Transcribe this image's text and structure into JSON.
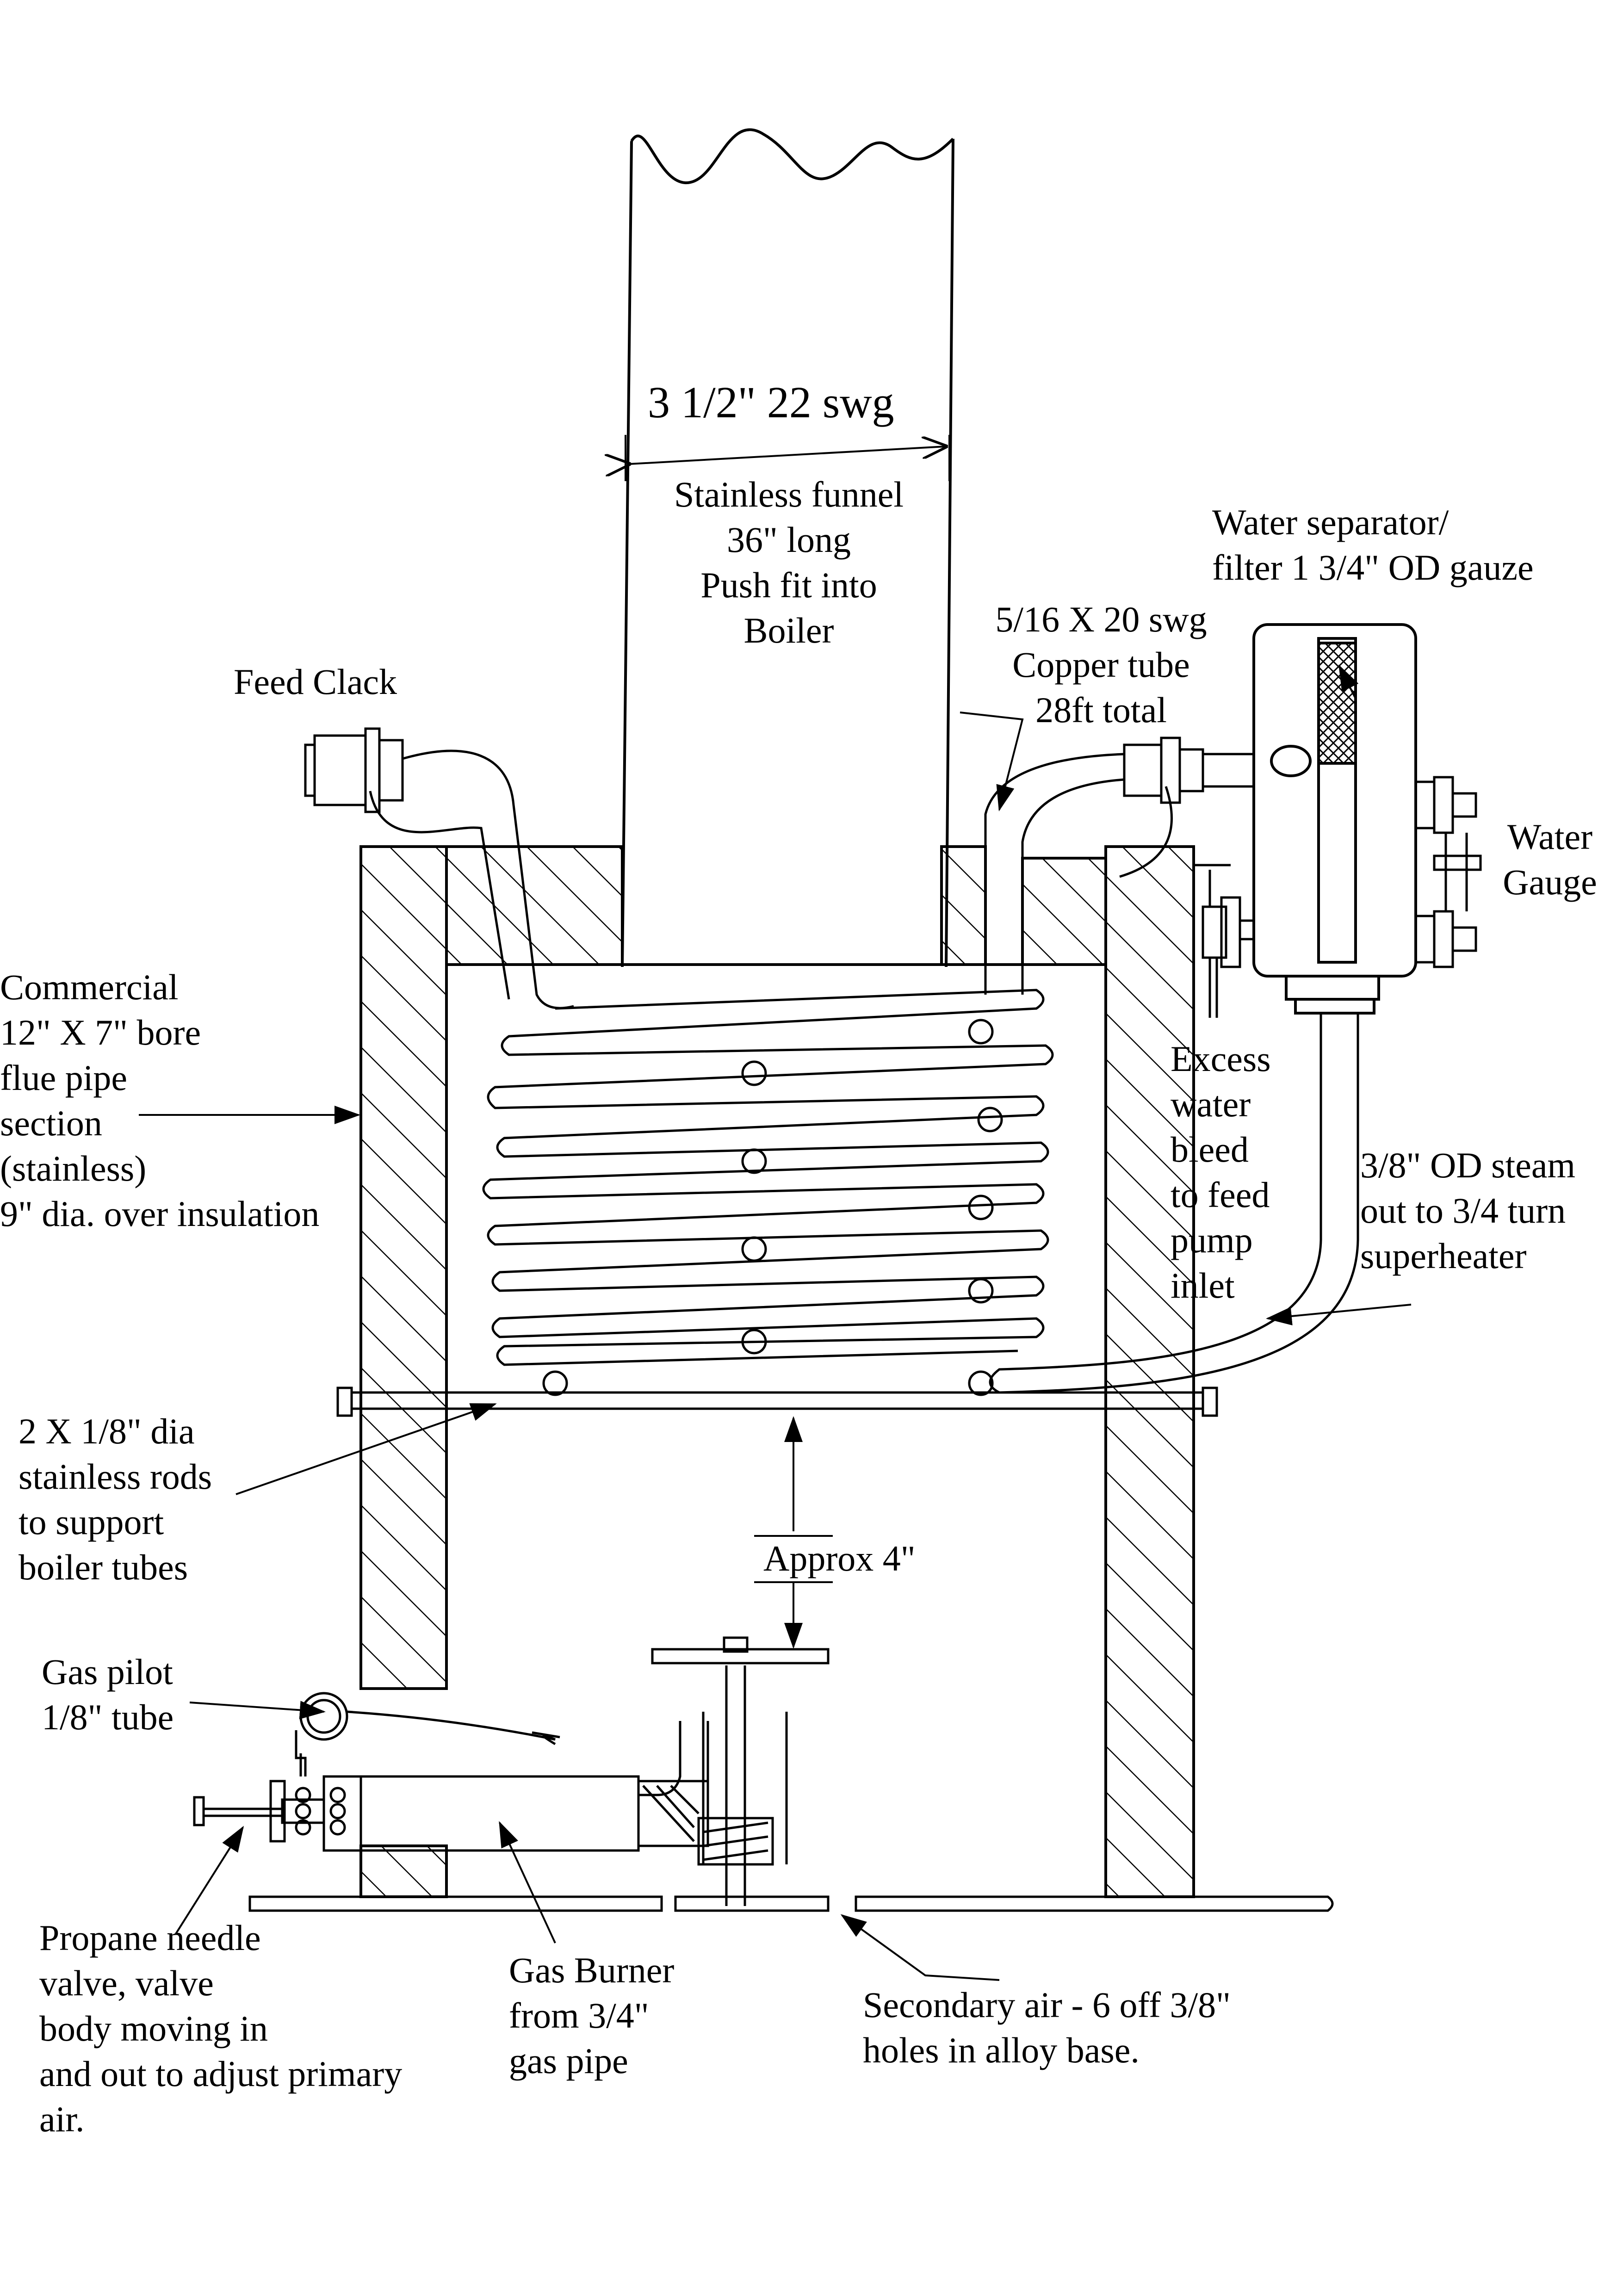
{
  "labels": {
    "funnel_size": "3 1/2\" 22 swg",
    "funnel": [
      "Stainless funnel",
      "36\" long",
      "Push fit into",
      "Boiler"
    ],
    "water_separator": [
      "Water separator/",
      "filter 1 3/4\" OD gauze"
    ],
    "copper_tube": [
      "5/16 X 20 swg",
      "Copper tube",
      "28ft total"
    ],
    "feed_clack": "Feed Clack",
    "water_gauge": [
      "Water",
      "Gauge"
    ],
    "flue_pipe": [
      "Commercial",
      "12\" X 7\" bore",
      "flue pipe",
      "section",
      "(stainless)",
      "9\" dia. over insulation"
    ],
    "excess_water": [
      "Excess",
      "water",
      "bleed",
      "to feed",
      "pump",
      "inlet"
    ],
    "steam_out": [
      "3/8\" OD steam",
      "out to 3/4 turn",
      "superheater"
    ],
    "rods": [
      "2 X 1/8\" dia",
      "stainless rods",
      "to support",
      "boiler tubes"
    ],
    "approx": "Approx 4\"",
    "gas_pilot": [
      "Gas pilot",
      "1/8\" tube"
    ],
    "needle_valve": [
      "Propane needle",
      "valve, valve",
      "body moving in",
      "and out to adjust primary",
      "air."
    ],
    "gas_burner": [
      "Gas Burner",
      "from 3/4\"",
      "gas pipe"
    ],
    "secondary_air": [
      "Secondary air - 6 off 3/8\"",
      "holes in alloy base."
    ]
  },
  "colors": {
    "line": "#000000",
    "background": "#ffffff"
  }
}
